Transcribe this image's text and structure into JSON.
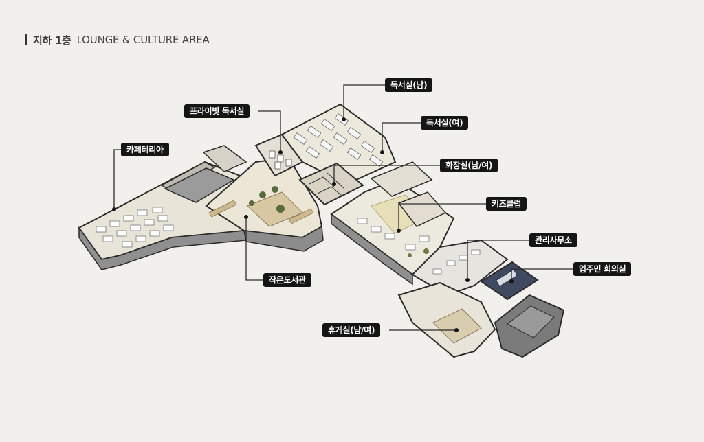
{
  "title": {
    "floor": "지하 1층",
    "area": "LOUNGE & CULTURE AREA"
  },
  "labels": {
    "cafeteria": "카페테리아",
    "private_reading": "프라이빗 독서실",
    "reading_male": "독서실(남)",
    "reading_female": "독서실(여)",
    "restroom": "화장실(남/여)",
    "kids_club": "키즈클럽",
    "admin_office": "관리사무소",
    "resident_meeting": "입주민 회의실",
    "library": "작은도서관",
    "lounge_rest": "휴게실(남/여)"
  },
  "colors": {
    "background": "#f1f0ed",
    "tag_bg": "#151515",
    "wall": "#2b2b2b",
    "floor": "#ebe6da",
    "wood": "#d8c7a3"
  }
}
